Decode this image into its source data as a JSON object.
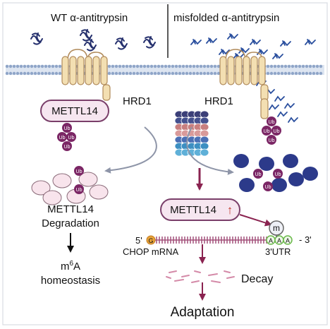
{
  "panels": {
    "left_title": "WT α-antitrypsin",
    "right_title": "misfolded α-antitrypsin"
  },
  "left": {
    "hrd1_label": "HRD1",
    "mettl14_label": "METTL14",
    "ub_label": "Ub",
    "degradation_line1": "METTL14",
    "degradation_line2": "Degradation",
    "m6a_prefix": "m",
    "m6a_sup": "6",
    "m6a_suffix": "A",
    "homeostasis": "homeostasis"
  },
  "right": {
    "hrd1_label": "HRD1",
    "ub_label": "Ub",
    "mettl14_label": "METTL14",
    "up_arrow": "↑",
    "five_prime": "5'",
    "g_label": "G",
    "m_label": "m",
    "a_label": "A",
    "three_prime": "- 3'",
    "chop_mrna": "CHOP mRNA",
    "utr": "3'UTR",
    "decay": "Decay",
    "adaptation": "Adaptation"
  },
  "colors": {
    "membrane": "#8fa5c8",
    "receptor": "#f3dfb2",
    "receptor_stroke": "#b08a5a",
    "mettl14_fill": "#f6e6f0",
    "mettl14_stroke": "#7a3f6a",
    "ub": "#7b2665",
    "arrow_dark": "#8a2350",
    "arrow_grey": "#8e95a8",
    "protein_blue": "#2c3a8a",
    "protein_light": "#f8e4ec",
    "up_arrow": "#c0392b",
    "mrna": "#a2517a",
    "g_fill": "#e9a43a",
    "a_ring": "#6ab94a"
  },
  "icons": [
    "wt-protein-icon",
    "misfolded-protein-icon",
    "proteasome-icon",
    "ubiquitin-icon",
    "hrd1-receptor-icon"
  ]
}
